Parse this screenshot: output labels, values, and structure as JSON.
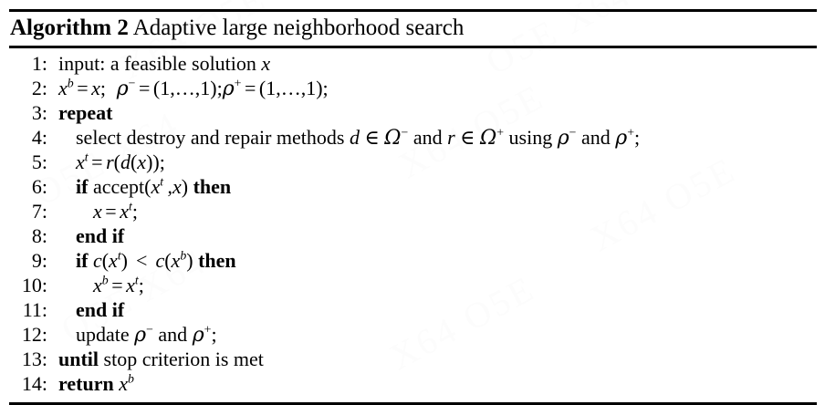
{
  "algorithm": {
    "header": {
      "name": "Algorithm 2",
      "title": "Adaptive large neighborhood search"
    },
    "lines": [
      {
        "number": "1:",
        "indent": 0,
        "text": "input: a feasible solution x"
      },
      {
        "number": "2:",
        "indent": 0,
        "text": "x^b = x; ρ^- = (1,…,1); ρ^+ = (1,…,1);"
      },
      {
        "number": "3:",
        "indent": 0,
        "text": "repeat"
      },
      {
        "number": "4:",
        "indent": 1,
        "text": "select destroy and repair methods d ∈ Ω^- and r ∈ Ω^+ using ρ^- and ρ^+;"
      },
      {
        "number": "5:",
        "indent": 1,
        "text": "x^t = r(d(x));"
      },
      {
        "number": "6:",
        "indent": 1,
        "text": "if accept(x^t ,x) then"
      },
      {
        "number": "7:",
        "indent": 2,
        "text": "x = x^t;"
      },
      {
        "number": "8:",
        "indent": 1,
        "text": "end if"
      },
      {
        "number": "9:",
        "indent": 1,
        "text": "if c(x^t) < c(x^b) then"
      },
      {
        "number": "10:",
        "indent": 2,
        "text": "x^b = x^t;"
      },
      {
        "number": "11:",
        "indent": 1,
        "text": "end if"
      },
      {
        "number": "12:",
        "indent": 1,
        "text": "update ρ^- and ρ^+;"
      },
      {
        "number": "13:",
        "indent": 0,
        "text": "until stop criterion is met"
      },
      {
        "number": "14:",
        "indent": 0,
        "text": "return x^b"
      }
    ],
    "keywords": [
      "repeat",
      "if",
      "then",
      "end if",
      "until",
      "return"
    ]
  },
  "colors": {
    "text": "#000000",
    "background": "#ffffff",
    "rule": "#000000",
    "watermark": "#fcfcfc"
  },
  "watermark": {
    "text": "X64 O5E"
  }
}
